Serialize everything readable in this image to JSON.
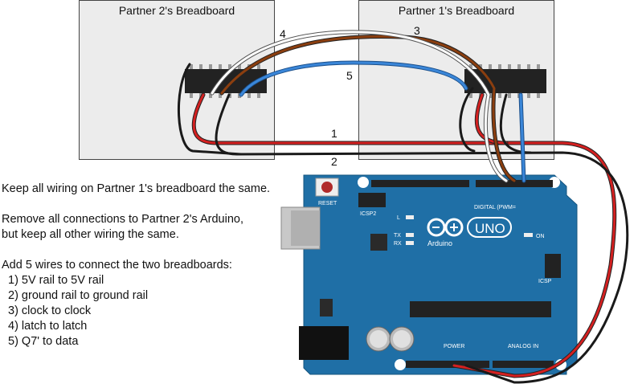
{
  "breadboards": {
    "partner2": {
      "title": "Partner 2's Breadboard"
    },
    "partner1": {
      "title": "Partner 1's Breadboard"
    }
  },
  "wire_labels": [
    "1",
    "2",
    "3",
    "4",
    "5"
  ],
  "wire_colors": {
    "red": "#d42020",
    "black": "#1a1a1a",
    "brown": "#8b3e0f",
    "white": "#ffffff",
    "blue": "#3a86d8"
  },
  "arduino": {
    "brand": "Arduino",
    "model": "UNO",
    "reset_label": "RESET",
    "icsp2_label": "ICSP2",
    "icsp_label": "ICSP",
    "digital_label": "DIGITAL (PWM=",
    "power_label": "POWER",
    "analog_label": "ANALOG IN",
    "led_l": "L",
    "led_tx": "TX",
    "led_rx": "RX",
    "led_on": "ON",
    "board_color": "#1f6fa6"
  },
  "instructions": {
    "line1": "Keep all wiring on Partner 1's breadboard the same.",
    "line2": "Remove all connections to Partner 2's Arduino,",
    "line3": "but keep all other wiring the same.",
    "line4": "Add 5 wires to connect the two breadboards:",
    "steps": [
      "1) 5V rail to 5V rail",
      "2) ground rail to ground rail",
      "3) clock to clock",
      "4) latch to latch",
      "5) Q7' to data"
    ]
  }
}
